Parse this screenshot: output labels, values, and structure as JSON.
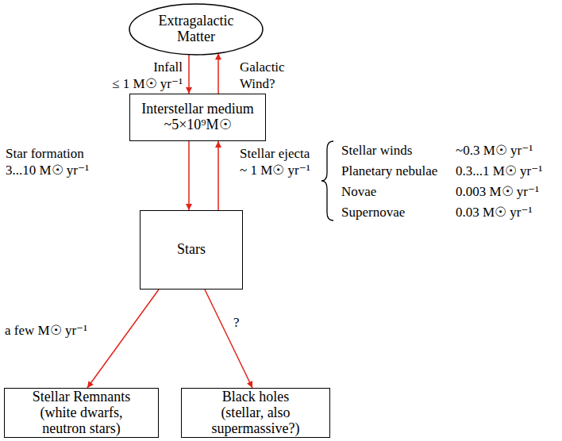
{
  "diagram": {
    "nodes": [
      {
        "text": [
          "Extragalactic Matter"
        ]
      },
      {
        "text": [
          "Interstellar medium",
          "~5×10⁹M☉"
        ]
      },
      {
        "text": [
          "Stars"
        ]
      },
      {
        "text": [
          "Stellar Remnants",
          "(white dwarfs, neutron stars)"
        ]
      },
      {
        "text": [
          "Black holes",
          "(stellar, also supermassive?)"
        ]
      }
    ],
    "edges": [
      {
        "from": 0,
        "to": 1,
        "arrow": "to",
        "label": "Infall ≤ 1 M☉ yr⁻¹"
      },
      {
        "from": 1,
        "to": 0,
        "arrow": "to",
        "label": "Galactic Wind?"
      },
      {
        "from": 1,
        "to": 2,
        "arrow": "to",
        "label": "Star formation 3...10 M☉ yr⁻¹"
      },
      {
        "from": 2,
        "to": 1,
        "arrow": "to",
        "label": "Stellar ejecta ~ 1 M☉ yr⁻¹"
      },
      {
        "from": 2,
        "to": 3,
        "arrow": "to",
        "label": "a few M☉ yr⁻¹"
      },
      {
        "from": 2,
        "to": 4,
        "arrow": "to",
        "label": "?"
      }
    ],
    "labels": [
      "Stellar winds",
      "~0.3 M☉ yr⁻¹",
      "Planetary nebulae",
      "0.3...1 M☉ yr⁻¹",
      "Novae",
      "0.003 M☉ yr⁻¹",
      "Supernovae",
      "0.03 M☉ yr⁻¹"
    ]
  }
}
